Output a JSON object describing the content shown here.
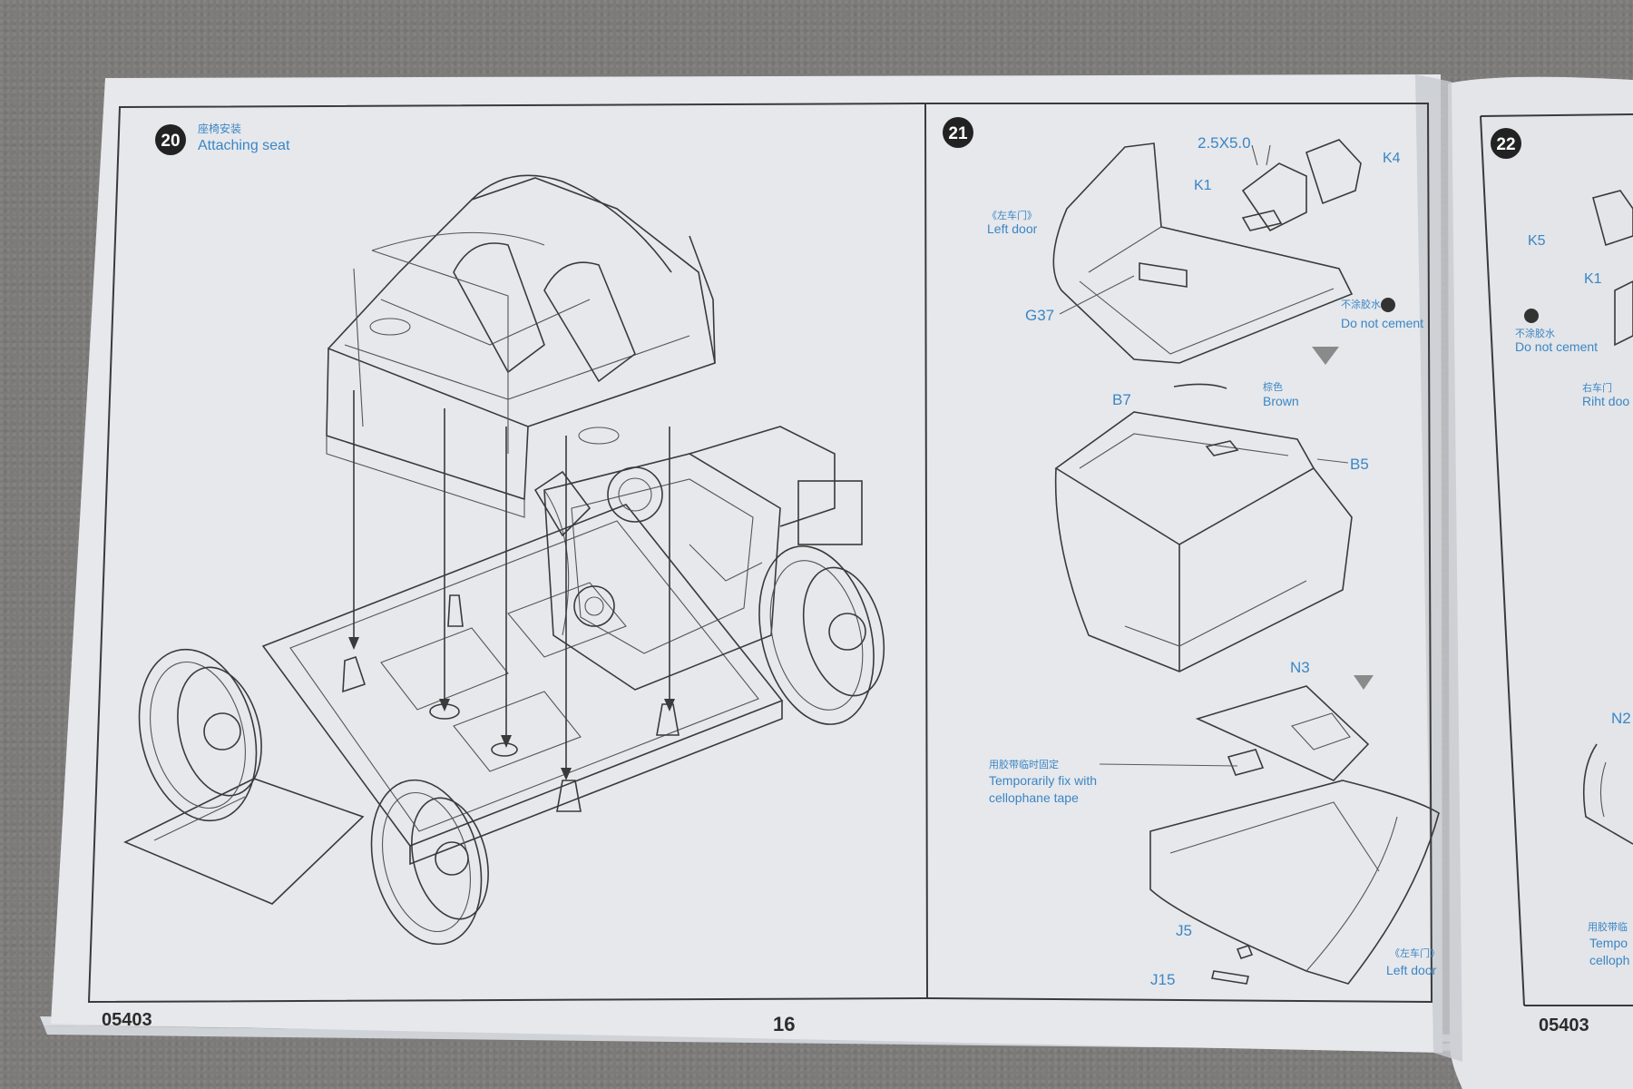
{
  "colors": {
    "carpet": "#7c7b79",
    "paper": "#e6e8ec",
    "label_blue": "#3b86c4",
    "line": "#3a3a3a"
  },
  "page": {
    "code_left": "05403",
    "page_number": "16",
    "code_right": "05403"
  },
  "step20": {
    "number": "20",
    "title_cn": "座椅安装",
    "title_en": "Attaching seat"
  },
  "step21": {
    "number": "21",
    "screw": "2.5X5.0",
    "k1": "K1",
    "k4": "K4",
    "left_door_cn": "《左车门》",
    "left_door_en": "Left door",
    "g37": "G37",
    "no_cement_cn": "不涂胶水",
    "no_cement_en": "Do not cement",
    "b7": "B7",
    "brown_cn": "棕色",
    "brown_en": "Brown",
    "b5": "B5",
    "n3": "N3",
    "tape_cn": "用胶带临时固定",
    "tape_en1": "Temporarily fix with",
    "tape_en2": "cellophane tape",
    "j5": "J5",
    "j15": "J15",
    "left_door2_cn": "《左车门》",
    "left_door2_en": "Left door"
  },
  "step22": {
    "number": "22",
    "k5": "K5",
    "k1": "K1",
    "no_cement_cn": "不涂胶水",
    "no_cement_en": "Do not cement",
    "right_door_cn": "右车门",
    "right_door_en": "Riht doo",
    "n2": "N2",
    "tape_cn": "用胶带临",
    "tape_en1": "Tempo",
    "tape_en2": "celloph"
  }
}
